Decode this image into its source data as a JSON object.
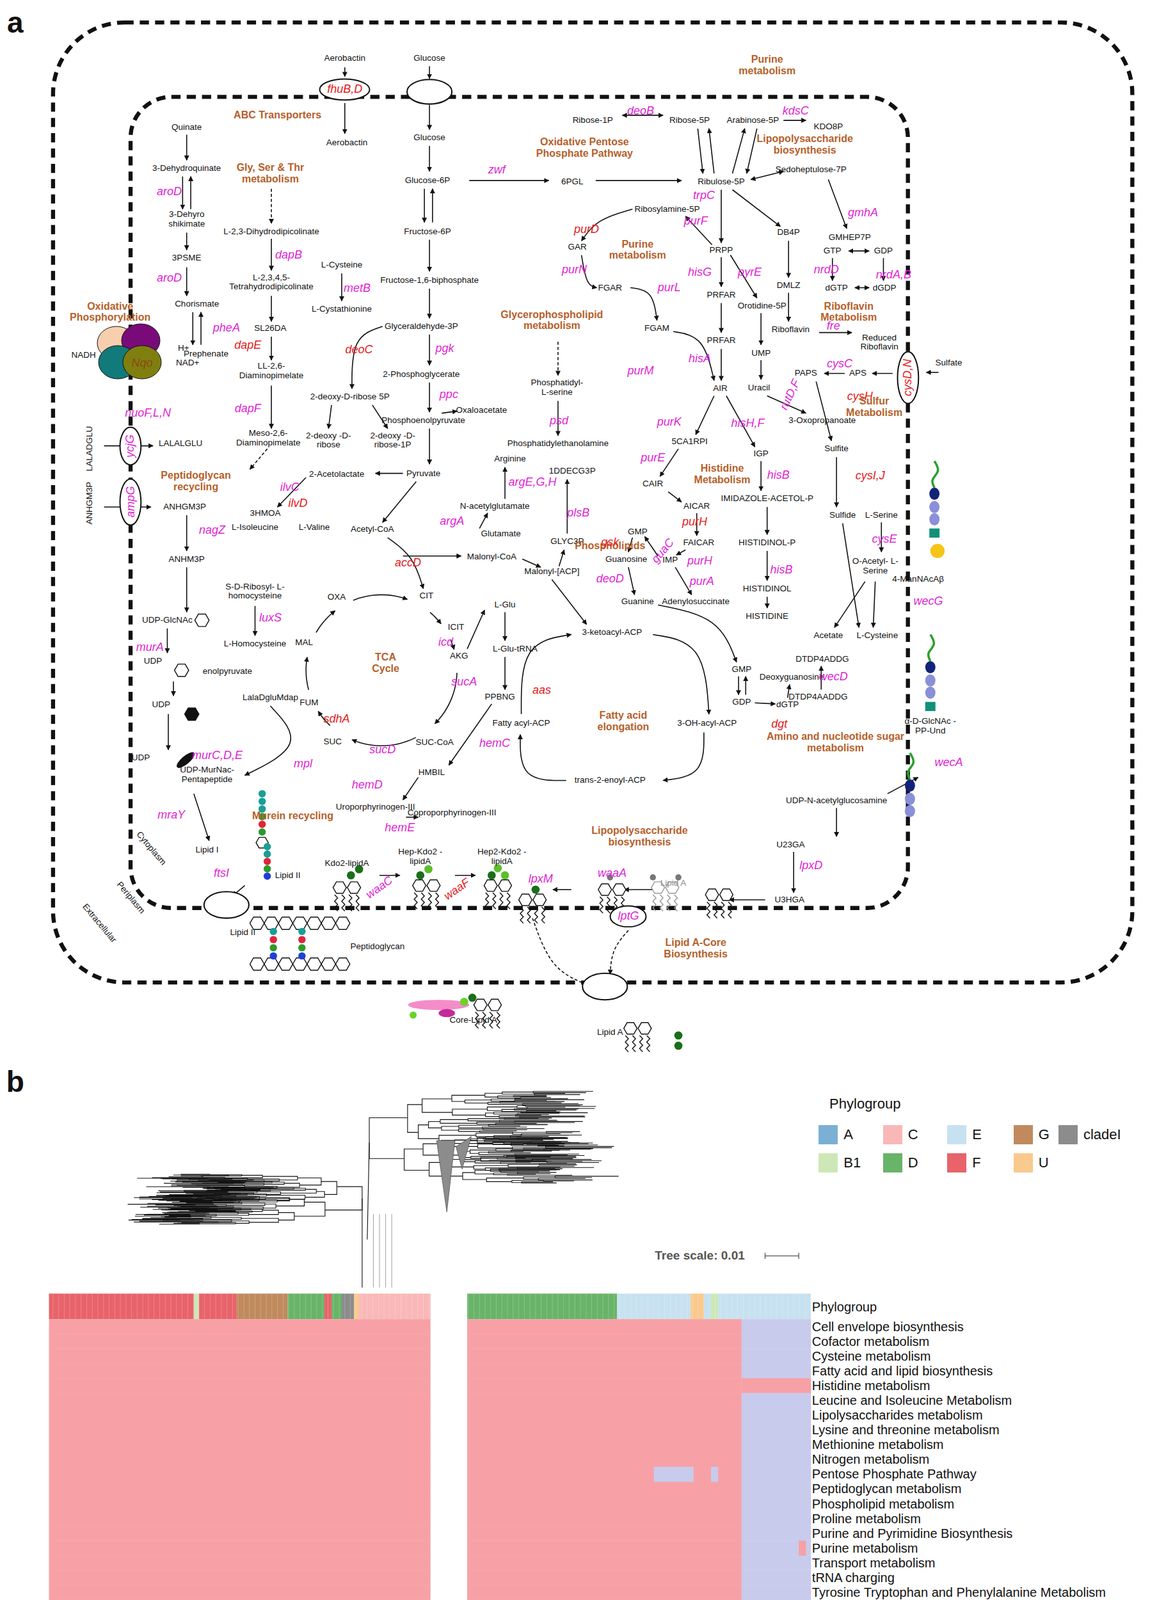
{
  "diagram": {
    "nodes": [
      {
        "text": [
          "fhuB,D"
        ]
      },
      {
        "text": [
          "Nqo"
        ]
      },
      {
        "text": [
          "ycjG"
        ]
      },
      {
        "text": [
          "ampG"
        ]
      },
      {
        "text": [
          "cysD,N"
        ]
      },
      {
        "text": [
          "lptG"
        ]
      }
    ],
    "labels": [
      "a",
      "Aerobactin",
      "Glucose",
      "Purine metabolism",
      "Aerobactin",
      "Glucose",
      "ABC Transporters",
      "Quinate",
      "3-Dehydroquinate",
      "aroD",
      "3-Dehyro shikimate",
      "3PSME",
      "aroD",
      "Chorismate",
      "pheA",
      "Prephenate",
      "Gly, Ser & Thr metabolism",
      "L-2,3-Dihydrodipicolinate",
      "dapB",
      "L-2,3,4,5- Tetrahydrodipicolinate",
      "L-Cysteine",
      "metB",
      "L-Cystathionine",
      "SL26DA",
      "dapE",
      "LL-2,6- Diaminopimelate",
      "dapF",
      "Meso-2,6- Diaminopimelate",
      "Oxidative Phosphorylation",
      "NADH",
      "H+",
      "NAD+",
      "nuoF,L,N",
      "LALADGLU",
      "LALALGLU",
      "ANHGM3P",
      "ANHGM3P",
      "Peptidoglycan recycling",
      "nagZ",
      "ANHM3P",
      "UDP-GlcNAc",
      "murA",
      "UDP",
      "enolpyruvate",
      "UDP",
      "murC,D,E",
      "UDP",
      "UDP-MurNac- Pentapeptide",
      "LalaDgluMdap",
      "mpl",
      "mraY",
      "Murein recycling",
      "Lipid I",
      "Lipid II",
      "ftsI",
      "Cytoplasm",
      "Periplasm",
      "Extracellular",
      "Lipid II",
      "Peptidoglycan",
      "Glucose-6P",
      "zwf",
      "6PGL",
      "Fructose-6P",
      "Fructose-1,6-biphosphate",
      "Glyceraldehyde-3P",
      "deoC",
      "pgk",
      "2-Phosphoglycerate",
      "2-deoxy-D-ribose 5P",
      "ppc",
      "Oxaloacetate",
      "Phosphoenolpyruvate",
      "2-deoxy -D-ribose",
      "2-deoxy -D-ribose-1P",
      "2-Acetolactate",
      "Pyruvate",
      "ilvC",
      "3HMOA",
      "ilvD",
      "L-Isoleucine",
      "L-Valine",
      "Arginine",
      "argE,G,H",
      "N-acetylglutamate",
      "argA",
      "Glutamate",
      "Acetyl-CoA",
      "accD",
      "Malonyl-CoA",
      "S-D-Ribosyl- L-homocysteine",
      "luxS",
      "L-Homocysteine",
      "OXA",
      "CIT",
      "MAL",
      "TCA Cycle",
      "ICIT",
      "icd",
      "L-Glu",
      "AKG",
      "L-Glu-tRNA",
      "FUM",
      "sucA",
      "PPBNG",
      "sdhA",
      "SUC",
      "SUC-CoA",
      "sucD",
      "HMBIL",
      "hemC",
      "hemD",
      "Uroporphyrinogen-III",
      "hemE",
      "Coproporphyrinogen-III",
      "Glycerophospholipid metabolism",
      "Phosphatidyl- L-serine",
      "psd",
      "Phosphatidylethanolamine",
      "1DDECG3P",
      "plsB",
      "GLYC3P",
      "Phospholipids",
      "Malonyl-[ACP]",
      "3-ketoacyl-ACP",
      "aas",
      "Fatty acyl-ACP",
      "Fatty acid elongation",
      "3-OH-acyl-ACP",
      "trans-2-enoyl-ACP",
      "Oxidative Pentose Phosphate Pathway",
      "Ribose-1P",
      "deoB",
      "Ribose-5P",
      "Arabinose-5P",
      "kdsC",
      "KDO8P",
      "Lipopolysaccharide biosynthesis",
      "Ribulose-5P",
      "Sedoheptulose-7P",
      "gmhA",
      "trpC",
      "Ribosylamine-5P",
      "purD",
      "purF",
      "GAR",
      "Purine metabolism",
      "PRPP",
      "pyrE",
      "DB4P",
      "GMHEP7P",
      "GTP",
      "GDP",
      "nrdD",
      "nrdA,B",
      "purN",
      "FGAR",
      "purL",
      "hisG",
      "PRFAR",
      "DMLZ",
      "dGTP",
      "dGDP",
      "Orotidine-5P",
      "FGAM",
      "Riboflavin Metabolism",
      "Riboflavin",
      "fre",
      "Reduced Riboflavin",
      "PRFAR",
      "UMP",
      "purM",
      "hisA",
      "PAPS",
      "cysC",
      "APS",
      "Sulfate",
      "cysH",
      "Sulfur Metabolism",
      "AIR",
      "Uracil",
      "rutD,F",
      "3-Oxopropanoate",
      "purK",
      "hisH,F",
      "Sulfite",
      "5CA1RPI",
      "IGP",
      "purE",
      "CAIR",
      "Histidine Metabolism",
      "hisB",
      "cysI,J",
      "IMIDAZOLE-ACETOL-P",
      "AICAR",
      "purH",
      "Sulfide",
      "L-Serine",
      "FAICAR",
      "HISTIDINOL-P",
      "cysE",
      "gsk",
      "GMP",
      "guaC",
      "O-Acetyl- L-Serine",
      "Guanosine",
      "IMP",
      "purH",
      "hisB",
      "HISTIDINOL",
      "deoD",
      "purA",
      "Guanine",
      "Adenylosuccinate",
      "HISTIDINE",
      "Acetate",
      "L-Cysteine",
      "GMP",
      "Deoxyguanosine",
      "DTDP4ADDG",
      "GDP",
      "dGTP",
      "dgt",
      "DTDP4AADDG",
      "wecD",
      "Amino and nucleotide sugar metabolism",
      "wecG",
      "4-ManNAcAβ",
      "α-D-GlcNAc -PP-Und",
      "wecA",
      "UDP-N-acetylglucosamine",
      "U23GA",
      "lpxD",
      "U3HGA",
      "Lipopolysaccharide biosynthesis",
      "Kdo2-lipidA",
      "Hep-Kdo2 -lipidA",
      "Hep2-Kdo2 -lipidA",
      "waaC",
      "waaF",
      "lpxM",
      "waaA",
      "Lipid A",
      "Lipid A-Core Biosynthesis",
      "Core-Lipid A",
      "Lipid A",
      "b",
      "Phylogroup",
      "Tree scale: 0.01",
      "Phylogroup",
      "Cell envelope biosynthesis",
      "Cofactor metabolism",
      "Cysteine metabolism",
      "Fatty acid and lipid biosynthesis",
      "Histidine metabolism",
      "Leucine and Isoleucine Metabolism",
      "Lipolysaccharides metabolism",
      "Lysine and threonine metabolism",
      "Methionine metabolism",
      "Nitrogen metabolism",
      "Pentose Phosphate Pathway",
      "Peptidoglycan metabolism",
      "Phospholipid metabolism",
      "Proline metabolism",
      "Purine and Pyrimidine Biosynthesis",
      "Purine metabolism",
      "Transport metabolism",
      "tRNA charging",
      "Tyrosine Tryptophan and Phenylalanine Metabolism"
    ],
    "legend": [
      {
        "text": "A",
        "color": "#7bafd4"
      },
      {
        "text": "C",
        "color": "#f9b8b8"
      },
      {
        "text": "E",
        "color": "#c7e1f1"
      },
      {
        "text": "G",
        "color": "#c08a5e"
      },
      {
        "text": "cladeI",
        "color": "#8c8c8c"
      },
      {
        "text": "B1",
        "color": "#cde8b6"
      },
      {
        "text": "D",
        "color": "#68b468"
      },
      {
        "text": "F",
        "color": "#e8636a"
      },
      {
        "text": "U",
        "color": "#f9c98d"
      }
    ]
  }
}
